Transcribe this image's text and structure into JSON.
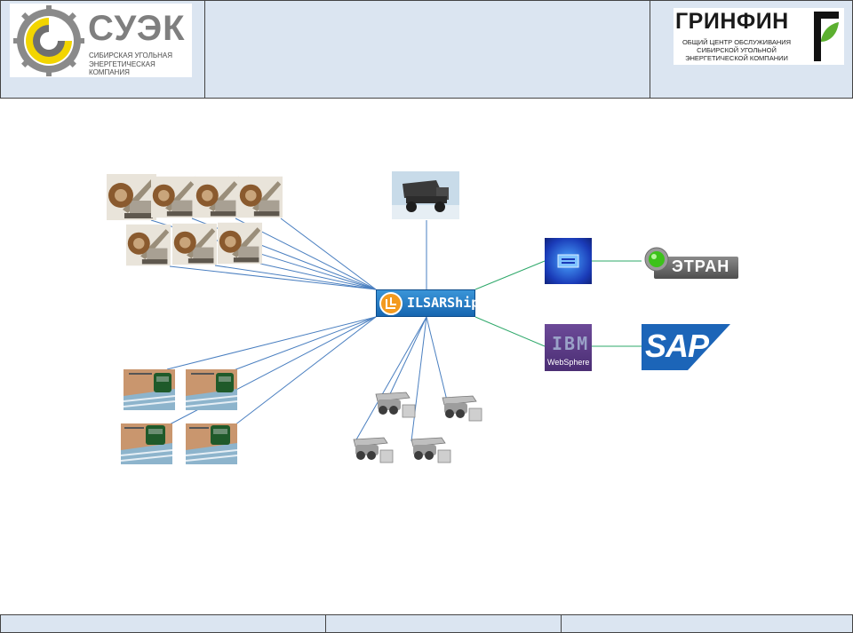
{
  "header": {
    "left_logo": {
      "brand": "СУЭК",
      "caption_line1": "СИБИРСКАЯ УГОЛЬНАЯ",
      "caption_line2": "ЭНЕРГЕТИЧЕСКАЯ КОМПАНИЯ"
    },
    "right_logo": {
      "brand": "ГРИНФИН",
      "caption_line1": "ОБЩИЙ ЦЕНТР ОБСЛУЖИВАНИЯ",
      "caption_line2": "СИБИРСКОЙ УГОЛЬНОЙ",
      "caption_line3": "ЭНЕРГЕТИЧЕСКОЙ КОМПАНИИ"
    }
  },
  "diagram": {
    "hub_label": "ILSARShip",
    "systems": {
      "ibm_brand": "IBM",
      "websphere_label": "WebSphere",
      "etran_label": "ЭТРАН",
      "sap_label": "SAP"
    },
    "icons": {
      "excavator": "excavator-icon",
      "truck": "mining-truck-icon",
      "locomotive": "locomotive-icon",
      "camera": "camera-icon",
      "server": "server-icon",
      "hub": "hub-icon"
    },
    "colors": {
      "header_bg": "#dbe5f1",
      "line_blue": "#4a7fc0",
      "line_green": "#2ea86a",
      "hub_bg": "#1f7fc7",
      "server_bg": "#1a3bb8",
      "websphere_bg": "#5d3a8c",
      "sap_bg": "#1c65b8"
    }
  }
}
